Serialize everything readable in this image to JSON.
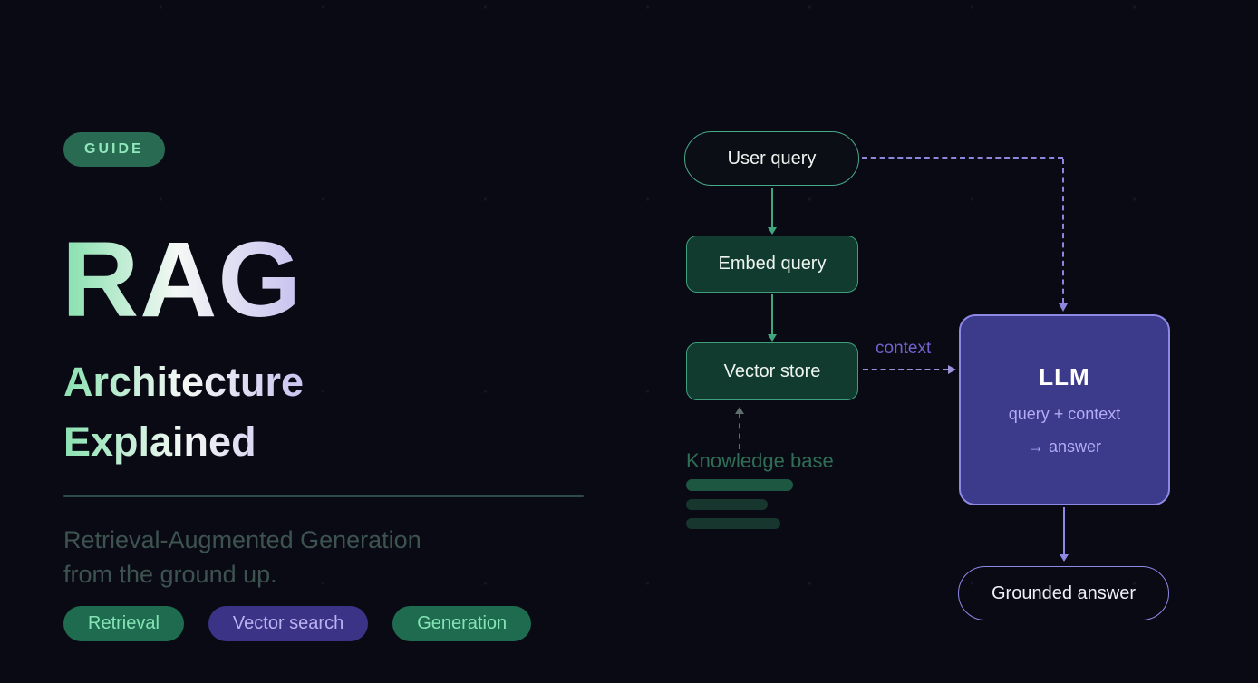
{
  "hero": {
    "badge": "GUIDE",
    "title": "RAG",
    "subtitle_line1": "Architecture",
    "subtitle_line2": "Explained",
    "description_line1": "Retrieval-Augmented Generation",
    "description_line2": "from the ground up.",
    "tags": [
      {
        "label": "Retrieval",
        "variant": "green"
      },
      {
        "label": "Vector search",
        "variant": "purple"
      },
      {
        "label": "Generation",
        "variant": "green"
      }
    ]
  },
  "diagram": {
    "nodes": {
      "user_query": "User query",
      "embed_query": "Embed query",
      "vector_store": "Vector store",
      "llm_title": "LLM",
      "llm_sub1": "query + context",
      "llm_sub2": "→ answer",
      "grounded_answer": "Grounded answer",
      "knowledge_base": "Knowledge base"
    },
    "labels": {
      "context": "context"
    },
    "colors": {
      "background": "#0a0a15",
      "green_border": "#3f9f7c",
      "green_fill": "#113b2e",
      "green_arrow": "#3fa67e",
      "purple_fill": "#3c3a8b",
      "purple_border": "#8f89e6",
      "dashed_purple": "#8d86dd",
      "badge_bg": "#296a52",
      "badge_text": "#90e7ba",
      "gradient_green": "#8ee2b3",
      "gradient_lavender": "#cbc5f0"
    }
  }
}
